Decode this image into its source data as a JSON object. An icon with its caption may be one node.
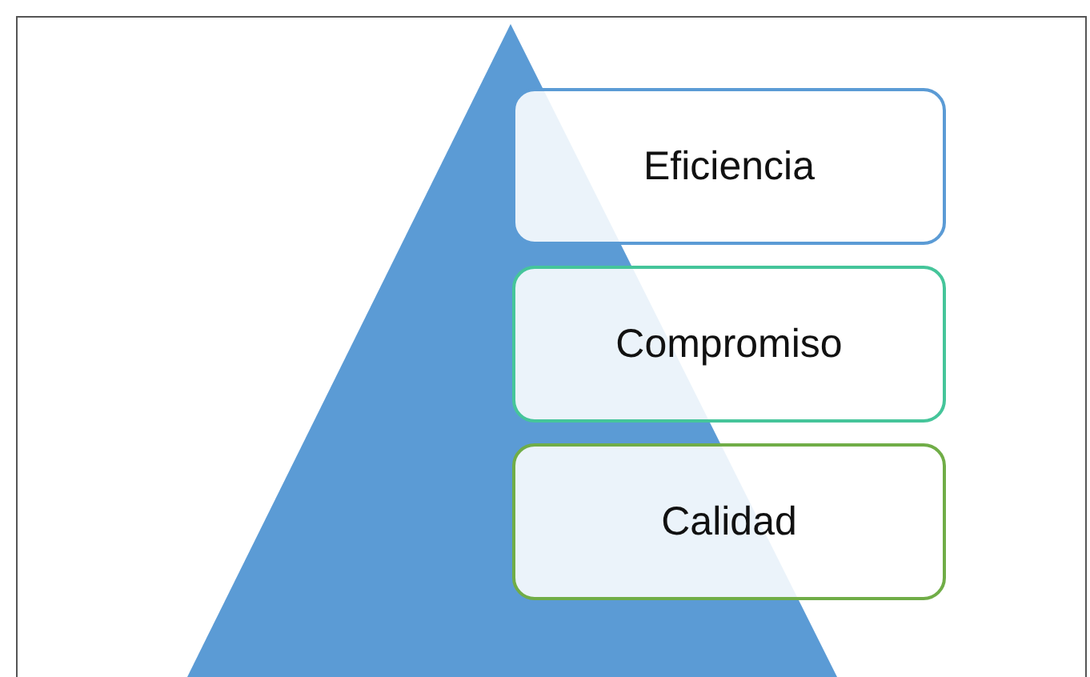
{
  "diagram": {
    "nodes": [
      {
        "text": [
          "Eficiencia"
        ]
      },
      {
        "text": [
          "Compromiso"
        ]
      },
      {
        "text": [
          "Calidad"
        ]
      }
    ]
  }
}
